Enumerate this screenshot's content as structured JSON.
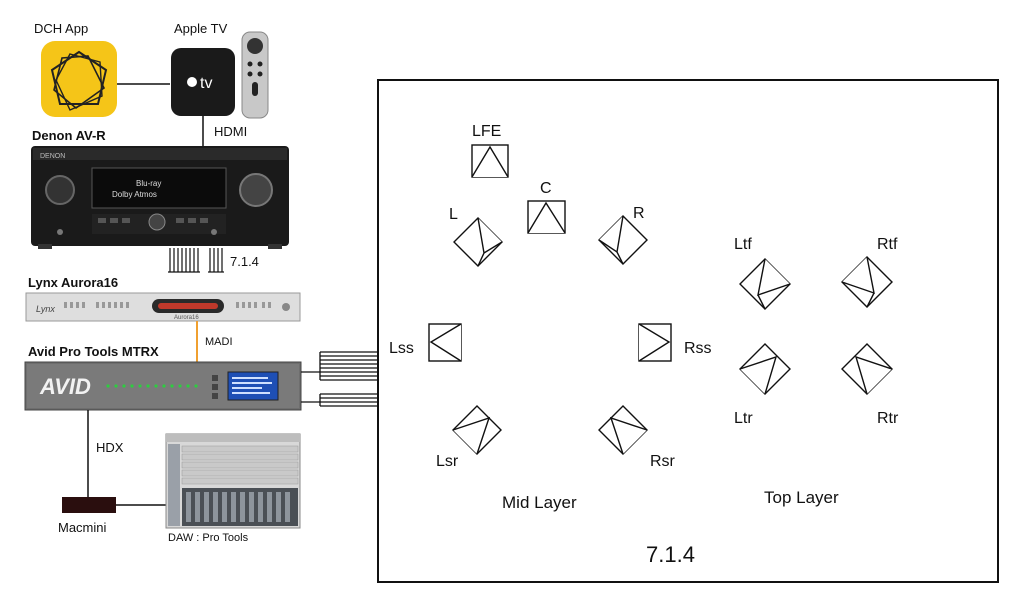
{
  "devices": {
    "dch_app": "DCH App",
    "apple_tv": "Apple TV",
    "apple_tv_logo": "tv",
    "hdmi": "HDMI",
    "denon": "Denon AV-R",
    "denon_display_1": "Blu-ray",
    "denon_display_2": "Dolby Atmos",
    "denon_brand": "DENON",
    "channel_format": "7.1.4",
    "lynx": "Lynx Aurora16",
    "lynx_brand": "Lynx",
    "lynx_model": "Aurora16",
    "madi": "MADI",
    "avid": "Avid Pro Tools MTRX",
    "avid_logo": "AVID",
    "hdx": "HDX",
    "macmini": "Macmini",
    "daw": "DAW : Pro Tools"
  },
  "room": {
    "format": "7.1.4",
    "mid_layer": "Mid Layer",
    "top_layer": "Top Layer",
    "speakers": {
      "lfe": "LFE",
      "c": "C",
      "l": "L",
      "r": "R",
      "lss": "Lss",
      "rss": "Rss",
      "lsr": "Lsr",
      "rsr": "Rsr",
      "ltf": "Ltf",
      "rtf": "Rtf",
      "ltr": "Ltr",
      "rtr": "Rtr"
    }
  },
  "colors": {
    "dch_yellow": "#f5c518",
    "madi_orange": "#f0a030",
    "device_black": "#1a1a1a",
    "rack_silver": "#d8d8d8"
  }
}
